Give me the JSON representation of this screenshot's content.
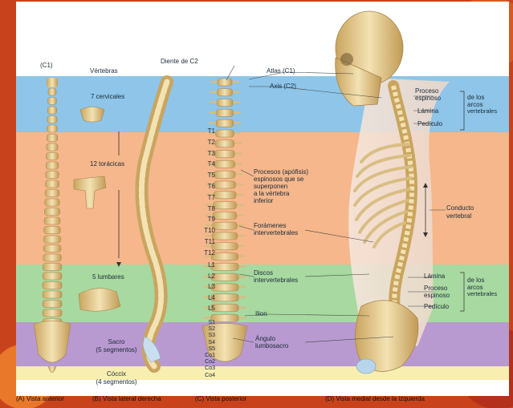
{
  "left_labels": {
    "c1": "(C1)",
    "vertebras": "Vértebras",
    "cervicales": "7 cervicales",
    "toracicas": "12 torácicas",
    "lumbares": "5 lumbares",
    "sacro": "Sacro",
    "sacro_segments": "(5 segmentos)",
    "coccix": "Cóccix",
    "coccix_segments": "(4 segmentos)"
  },
  "top_labels": {
    "diente": "Diente de C2",
    "atlas": "Atlas (C1)",
    "axis": "Axis (C2)"
  },
  "vertebra_labels": [
    "T1",
    "T2",
    "T3",
    "T4",
    "T5",
    "T6",
    "T7",
    "T8",
    "T9",
    "T10",
    "T11",
    "T12",
    "L1",
    "L2",
    "L3",
    "L4",
    "L5",
    "S1",
    "S2",
    "S3",
    "S4",
    "S5",
    "Co1",
    "Co2",
    "Co3",
    "Co4"
  ],
  "middle_labels": {
    "procesos_1": "Procesos (apófisis)",
    "procesos_2": "espinosos que se",
    "procesos_3": "superponen",
    "procesos_4": "a la vértebra",
    "procesos_5": "inferior",
    "foramenes_1": "Forámenes",
    "foramenes_2": "intervertebrales",
    "discos_1": "Discos",
    "discos_2": "intervertebrales",
    "ilion": "Ilion",
    "angulo_1": "Ángulo",
    "angulo_2": "lumbosacro"
  },
  "right_labels": {
    "proceso_1": "Proceso",
    "proceso_2": "espinoso",
    "lamina": "Lámina",
    "pediculo": "Pedículo",
    "arcos_1": "de los",
    "arcos_2": "arcos",
    "arcos_3": "vertebrales",
    "conducto_1": "Conducto",
    "conducto_2": "vertebral",
    "lamina_lower": "Lámina",
    "proceso_lower_1": "Proceso",
    "proceso_lower_2": "espinoso",
    "pediculo_lower": "Pedículo",
    "arcos_lower_1": "de los",
    "arcos_lower_2": "arcos",
    "arcos_lower_3": "vertebrales"
  },
  "captions": {
    "a": "(A) Vista anterior",
    "b": "(B) Vista lateral derecha",
    "c": "(C) Vista posterior",
    "d": "(D) Vista medial desde la izquierda"
  },
  "colors": {
    "cervical": "#8ec5e8",
    "thoracic": "#f5b78b",
    "lumbar": "#a8d9a0",
    "sacral": "#b89ad0",
    "coccyx": "#f7eeb0",
    "bone": "#e9d39a"
  }
}
